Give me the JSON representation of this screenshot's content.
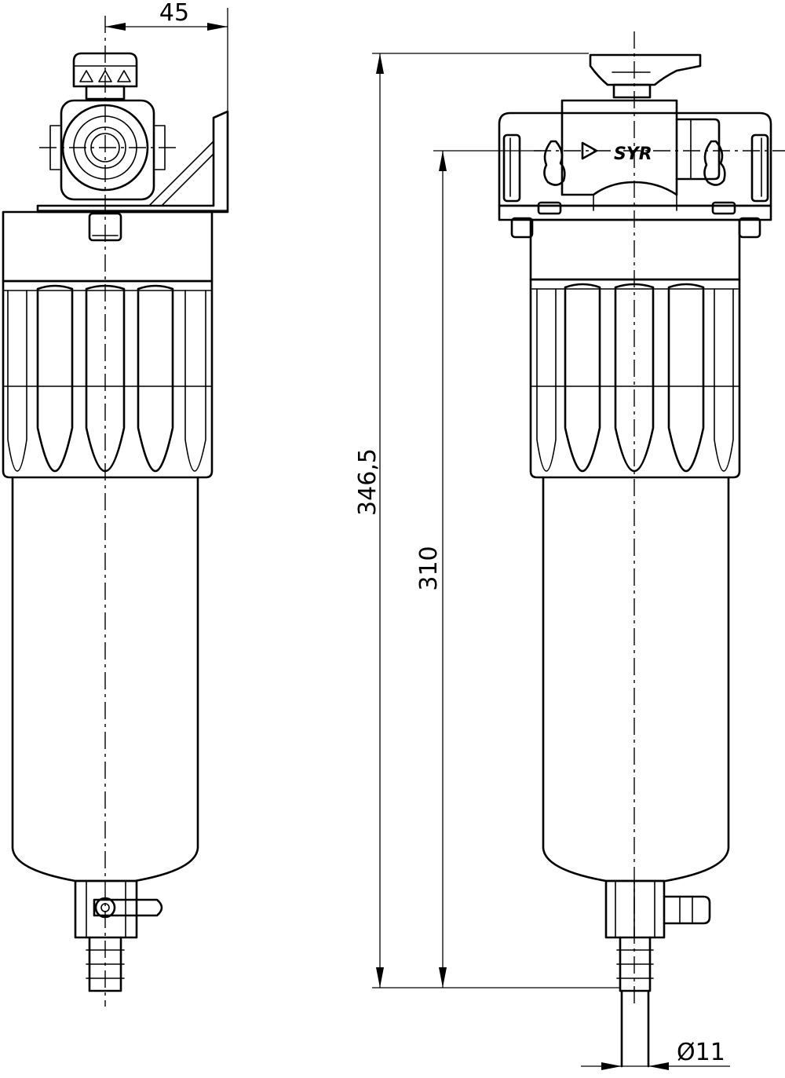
{
  "dimensions": {
    "width_offset": "45",
    "overall_height": "346,5",
    "connection_height": "310",
    "hose_diameter": "Ø11"
  },
  "logo": {
    "text": "SYR"
  },
  "icons": {
    "flow_arrow": "triangle-right-icon"
  }
}
